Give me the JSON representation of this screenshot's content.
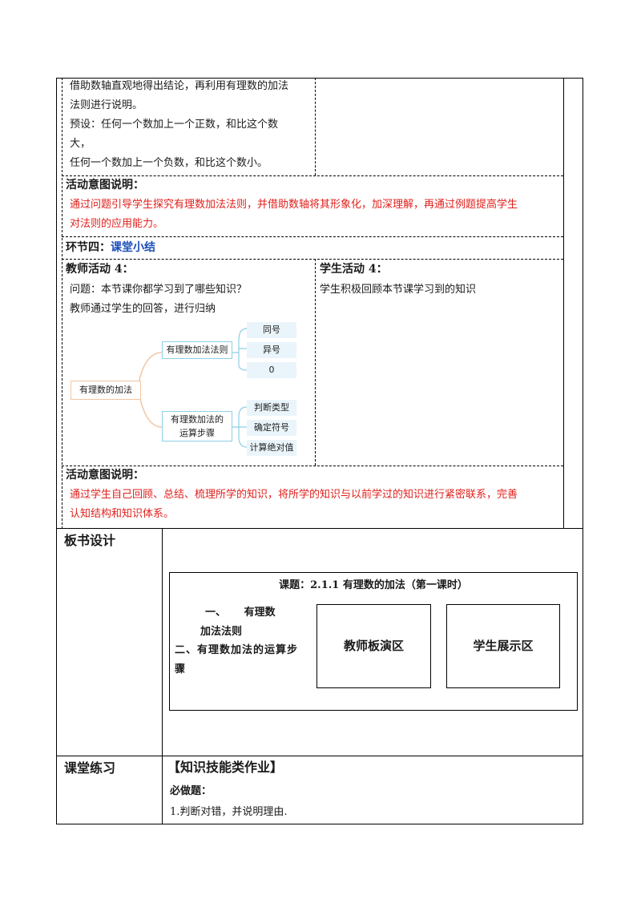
{
  "section_top": {
    "teacher_lines": [
      "借助数轴直观地得出结论，再利用有理数的加法",
      "法则进行说明。",
      "预设：任何一个数加上一个正数，和比这个数",
      "大，",
      "任何一个数加上一个负数，和比这个数小。"
    ]
  },
  "intent1": {
    "title": "活动意图说明：",
    "lines": [
      "通过问题引导学生探究有理数加法法则，并借助数轴将其形象化，加深理解，再通过例题提高学生",
      "对法则的应用能力。"
    ]
  },
  "step4": {
    "prefix": "环节四：",
    "name": "课堂小结"
  },
  "teacher4": {
    "title": "教师活动 4：",
    "lines": [
      "问题：本节课你都学习到了哪些知识？",
      "教师通过学生的回答，进行归纳"
    ]
  },
  "student4": {
    "title": "学生活动 4：",
    "lines": [
      "学生积极回顾本节课学习到的知识"
    ]
  },
  "mindmap": {
    "root": "有理数的加法",
    "branch1": "有理数加法法则",
    "branch1_leaves": [
      "同号",
      "异号",
      "0"
    ],
    "branch2_line1": "有理数加法的",
    "branch2_line2": "运算步骤",
    "branch2_leaves": [
      "判断类型",
      "确定符号",
      "计算绝对值"
    ]
  },
  "intent2": {
    "title": "活动意图说明：",
    "lines": [
      "通过学生自己回顾、总结、梳理所学的知识，将所学的知识与以前学过的知识进行紧密联系，完善",
      "认知结构和知识体系。"
    ]
  },
  "board": {
    "label": "板书设计",
    "title": "课题：2.1.1  有理数的加法（第一课时）",
    "item1_a": "一、     有理数",
    "item1_b": "加法法则",
    "item2_a": "二、有理数加法的运算步",
    "item2_b": "骤",
    "teacher_area": "教师板演区",
    "student_area": "学生展示区"
  },
  "practice": {
    "label": "课堂练习",
    "heading": "【知识技能类作业】",
    "required": "必做题：",
    "q1": "1.判断对错，并说明理由."
  },
  "colors": {
    "red_text": "#e0201c",
    "blue_text": "#1d4fb8",
    "mindmap_stroke": "#8ecfe6",
    "mindmap_curve": "#f3c6a3"
  }
}
